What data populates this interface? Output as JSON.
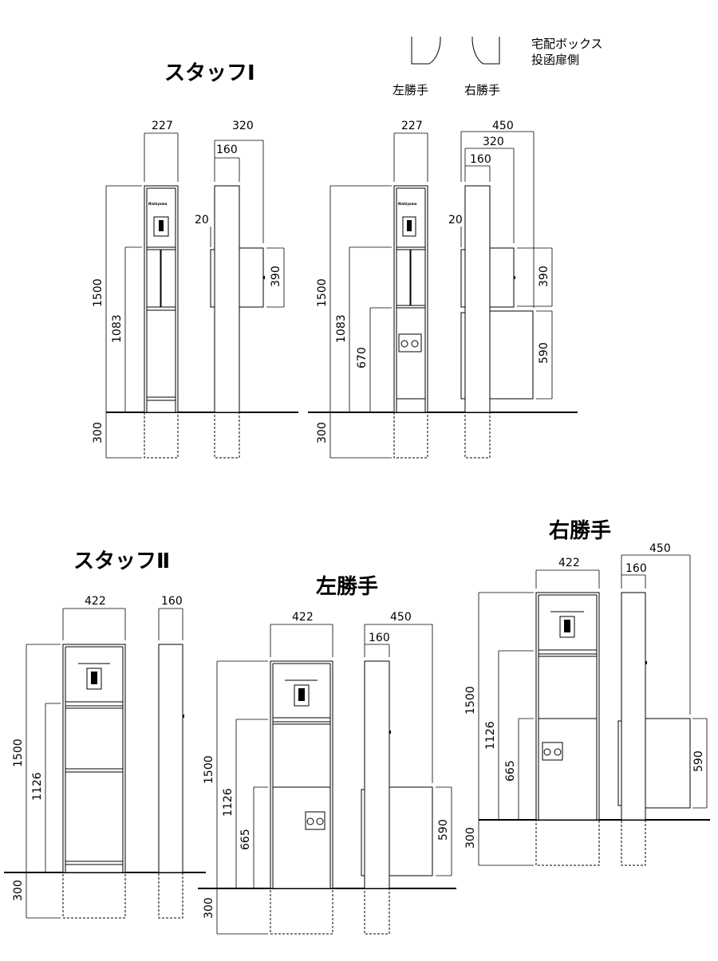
{
  "legend": {
    "left_label": "左勝手",
    "right_label": "右勝手",
    "note_line1": "宅配ボックス",
    "note_line2": "投函扉側"
  },
  "staff1": {
    "title": "スタッフⅠ",
    "brand": "Nishiyama",
    "dims": {
      "a_width": "227",
      "a_height": "1500",
      "a_post": "1083",
      "a_ground": "300",
      "a_side_depth": "320",
      "a_side_post": "160",
      "a_side_offset": "20",
      "a_side_box": "390",
      "b_width": "227",
      "b_height": "1500",
      "b_post": "1083",
      "b_post2": "670",
      "b_ground": "300",
      "b_side_depth_total": "450",
      "b_side_depth": "320",
      "b_side_post": "160",
      "b_side_offset": "20",
      "b_side_box_upper": "390",
      "b_side_box_lower": "590"
    }
  },
  "staff2": {
    "title": "スタッフⅡ",
    "left_title": "左勝手",
    "right_title": "右勝手",
    "dims": {
      "a_width": "422",
      "a_height": "1500",
      "a_post": "1126",
      "a_ground": "300",
      "a_side_post": "160",
      "l_width": "422",
      "l_height": "1500",
      "l_post": "1126",
      "l_post2": "665",
      "l_ground": "300",
      "l_side_depth": "450",
      "l_side_post": "160",
      "l_side_box": "590",
      "r_width": "422",
      "r_height": "1500",
      "r_post": "1126",
      "r_post2": "665",
      "r_ground": "300",
      "r_side_depth": "450",
      "r_side_post": "160",
      "r_side_box": "590"
    }
  }
}
